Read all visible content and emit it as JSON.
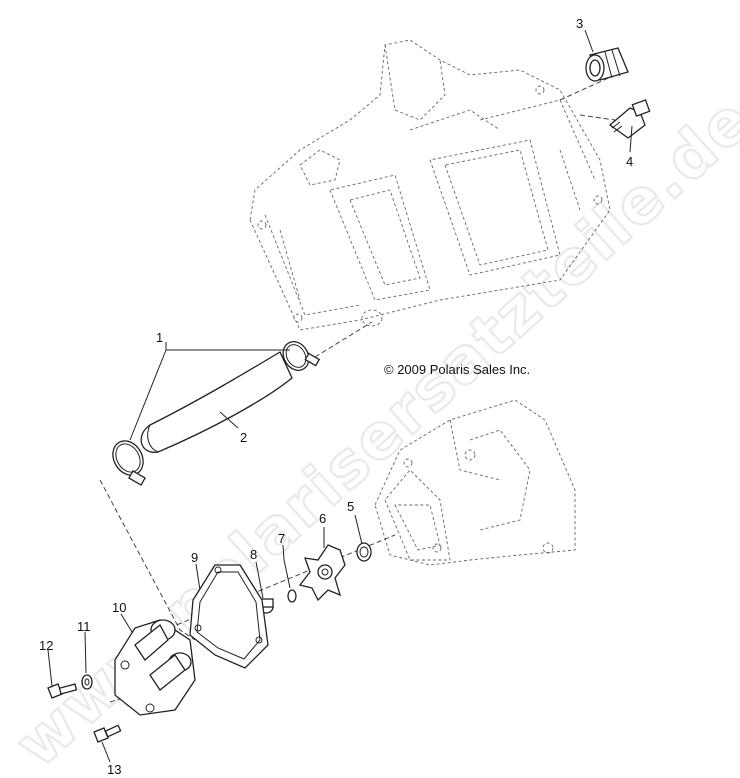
{
  "watermark": "www.polarisersatzteile.de",
  "copyright": "© 2009 Polaris Sales Inc.",
  "callouts": [
    "1",
    "2",
    "3",
    "4",
    "5",
    "6",
    "7",
    "8",
    "9",
    "10",
    "11",
    "12",
    "13"
  ]
}
